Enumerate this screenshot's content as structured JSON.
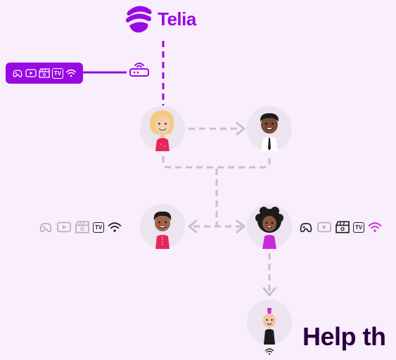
{
  "brand": {
    "name": "Telia",
    "color": "#990ae3"
  },
  "colors": {
    "background": "#f9eefb",
    "connector": "#c6c0c9",
    "heading": "#29003e"
  },
  "router_pill": {
    "icons": [
      "gamepad-icon",
      "play-icon",
      "clapper-icon",
      "tv-icon",
      "wifi-icon"
    ],
    "tv_label": "TV"
  },
  "left_device_row": {
    "icons": [
      "gamepad-icon",
      "play-icon",
      "clapper-icon",
      "tv-icon",
      "wifi-icon"
    ],
    "tv_label": "TV",
    "state": "inactive"
  },
  "right_device_row": {
    "icons": [
      "gamepad-icon",
      "play-icon",
      "clapper-icon",
      "tv-icon",
      "wifi-icon"
    ],
    "tv_label": "TV",
    "state": "active"
  },
  "heading": {
    "text": "Help th"
  }
}
